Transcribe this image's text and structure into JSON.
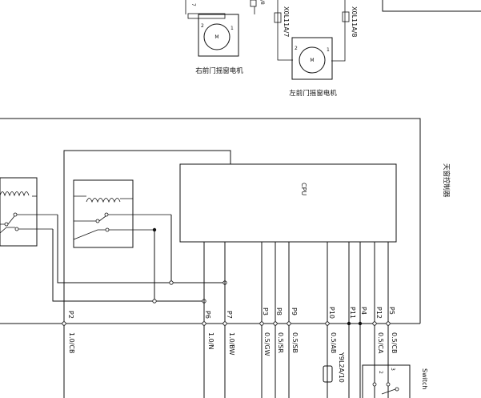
{
  "motors": {
    "right": {
      "caption": "右前门摇窗电机",
      "symbol": "M",
      "pin1": "1",
      "pin2": "2"
    },
    "left": {
      "caption": "左前门摇窗电机",
      "symbol": "M",
      "pin1": "1",
      "pin2": "2"
    }
  },
  "top_wires": {
    "w1": "X0L11A/7",
    "w2": "X0L11A/8",
    "w_right_a": "7",
    "w_right_b": "/8"
  },
  "controller": {
    "title": "天窗控制器",
    "cpu": "CPU"
  },
  "pins": [
    {
      "id": "P2",
      "wire": "1.0/CB"
    },
    {
      "id": "P6",
      "wire": "1.0/N"
    },
    {
      "id": "P7",
      "wire": "1.0/BW"
    },
    {
      "id": "P3",
      "wire": "0.5/GW"
    },
    {
      "id": "P8",
      "wire": "0.5/SR"
    },
    {
      "id": "P9",
      "wire": "0.5/SB"
    },
    {
      "id": "P10",
      "wire": "0.5/AB"
    },
    {
      "id": "P11",
      "wire": ""
    },
    {
      "id": "P4",
      "wire": ""
    },
    {
      "id": "P12",
      "wire": "0.5/CA"
    },
    {
      "id": "P5",
      "wire": "0.5/CB"
    }
  ],
  "connector": "Y9L2A/10",
  "switch": {
    "label": "Switch",
    "pin2": "2",
    "pin3": "3"
  }
}
